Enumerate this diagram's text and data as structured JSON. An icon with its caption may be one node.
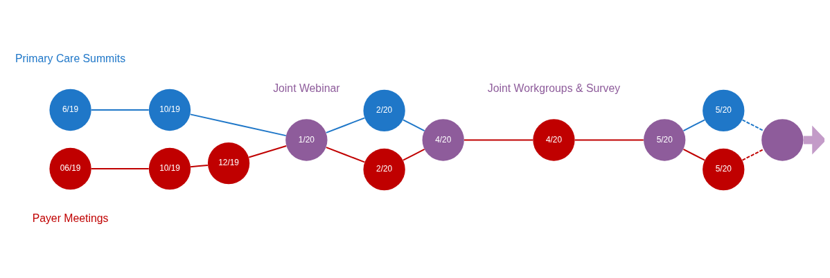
{
  "diagram": {
    "nodes": [
      {
        "text": [
          "6/19"
        ]
      },
      {
        "text": [
          "10/19"
        ]
      },
      {
        "text": [
          "06/19"
        ]
      },
      {
        "text": [
          "10/19"
        ]
      },
      {
        "text": [
          "12/19"
        ]
      },
      {
        "text": [
          "1/20"
        ]
      },
      {
        "text": [
          "2/20"
        ]
      },
      {
        "text": [
          "2/20"
        ]
      },
      {
        "text": [
          "4/20"
        ]
      },
      {
        "text": [
          "4/20"
        ]
      },
      {
        "text": [
          "5/20"
        ]
      },
      {
        "text": [
          "5/20"
        ]
      },
      {
        "text": [
          "5/20"
        ]
      },
      {
        "text": [],
        "shape": "circle"
      }
    ],
    "edges": [
      {
        "from": 0,
        "to": 1,
        "arrow": "none",
        "color": "#1f77c8"
      },
      {
        "from": 1,
        "to": 5,
        "arrow": "none",
        "color": "#1f77c8"
      },
      {
        "from": 2,
        "to": 3,
        "arrow": "none",
        "color": "#c00000"
      },
      {
        "from": 3,
        "to": 4,
        "arrow": "none",
        "color": "#c00000"
      },
      {
        "from": 4,
        "to": 5,
        "arrow": "none",
        "color": "#c00000"
      },
      {
        "from": 5,
        "to": 6,
        "arrow": "none",
        "color": "#1f77c8"
      },
      {
        "from": 5,
        "to": 7,
        "arrow": "none",
        "color": "#c00000"
      },
      {
        "from": 6,
        "to": 8,
        "arrow": "none",
        "color": "#1f77c8"
      },
      {
        "from": 7,
        "to": 8,
        "arrow": "none",
        "color": "#c00000"
      },
      {
        "from": 8,
        "to": 9,
        "arrow": "none",
        "color": "#c00000"
      },
      {
        "from": 9,
        "to": 10,
        "arrow": "none",
        "color": "#c00000"
      },
      {
        "from": 10,
        "to": 11,
        "arrow": "none",
        "color": "#1f77c8"
      },
      {
        "from": 10,
        "to": 12,
        "arrow": "none",
        "color": "#c00000"
      },
      {
        "from": 11,
        "to": 13,
        "arrow": "none",
        "style": "dashed",
        "color": "#1f77c8"
      },
      {
        "from": 12,
        "to": 13,
        "arrow": "none",
        "style": "dashed",
        "color": "#c00000"
      },
      {
        "from": 13,
        "to": null,
        "arrow": "to",
        "style": "thick",
        "color": "#c39bc8"
      }
    ],
    "labels": [
      "Primary Care Summits",
      "Joint Webinar",
      "Joint Workgroups & Survey",
      "Payer Meetings"
    ]
  }
}
